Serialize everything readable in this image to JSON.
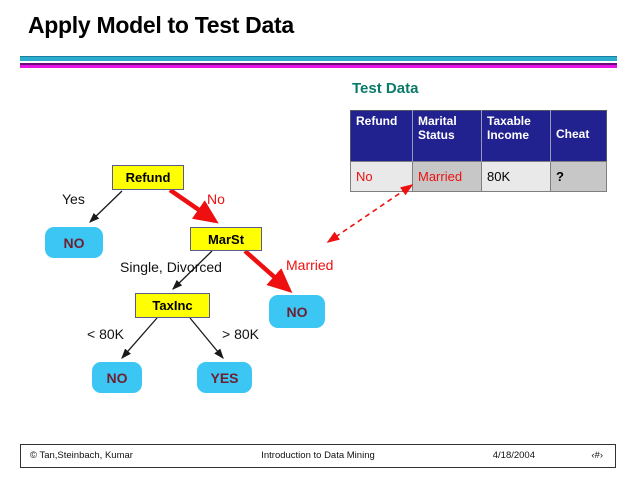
{
  "slide": {
    "title": "Apply Model to Test Data",
    "footer": {
      "copyright": "© Tan,Steinbach, Kumar",
      "center": "Introduction to Data Mining",
      "date": "4/18/2004",
      "page": "‹#›"
    }
  },
  "test_data": {
    "heading": "Test Data",
    "columns": [
      "Refund",
      "Marital Status",
      "Taxable Income",
      "Cheat"
    ],
    "row": [
      "No",
      "Married",
      "80K",
      "?"
    ]
  },
  "tree": {
    "nodes": {
      "root": "Refund",
      "marst": "MarSt",
      "taxinc": "TaxInc"
    },
    "leaves": {
      "no1": "NO",
      "no2": "NO",
      "no3": "NO",
      "yes": "YES"
    },
    "edge_labels": {
      "yes": "Yes",
      "no": "No",
      "single_divorced": "Single, Divorced",
      "married": "Married",
      "lt80k": "< 80K",
      "gt80k": "> 80K"
    }
  },
  "colors": {
    "yellow": "#ffff00",
    "yellow_border": "#5a5a8f",
    "leaf_cyan": "#3cc6f4",
    "leaf_text": "#6e1f30",
    "red": "#ee1010",
    "navy": "#21218f",
    "teal": "#0b7a68",
    "cyan_line": "#2aaccf",
    "magenta_line": "#e515e5",
    "gray_light": "#e9e9e9",
    "gray_mid": "#c7c7c7"
  }
}
